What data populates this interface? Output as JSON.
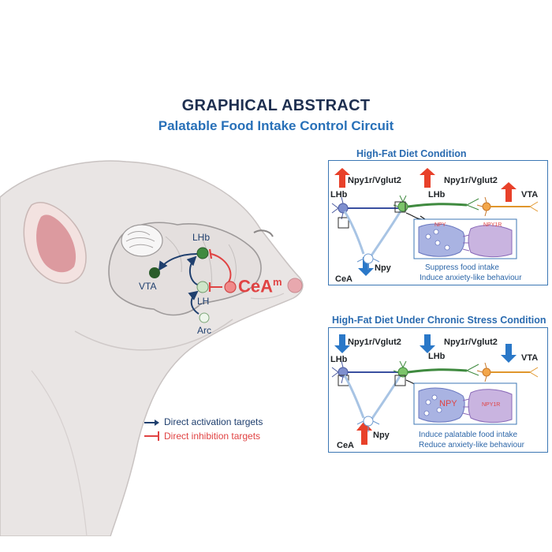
{
  "header": {
    "title": "GRAPHICAL ABSTRACT",
    "subtitle": "Palatable Food Intake Control Circuit"
  },
  "mouse_diagram": {
    "nodes": {
      "lhb": "LHb",
      "vta": "VTA",
      "lh": "LH",
      "arc": "Arc",
      "cea": "CeA",
      "cea_sup": "m"
    }
  },
  "legend": {
    "activation": "Direct activation targets",
    "inhibition": "Direct inhibition targets"
  },
  "panels": [
    {
      "title": "High-Fat Diet Condition",
      "labels": {
        "npy1r_left": "Npy1r/Vglut2",
        "npy1r_right": "Npy1r/Vglut2",
        "lhb_left": "LHb",
        "lhb_mid": "LHb",
        "vta": "VTA",
        "cea": "CeA",
        "npy": "Npy",
        "inset_npy": "NPY",
        "inset_npy1r": "NPY1R"
      },
      "captions": [
        "Suppress food intake",
        "Induce anxiety-like behaviour"
      ],
      "arrows": {
        "lhb_left": "up",
        "lhb_mid": "up",
        "vta": "up",
        "npy": "down"
      }
    },
    {
      "title": "High-Fat Diet Under Chronic Stress Condition",
      "labels": {
        "npy1r_left": "Npy1r/Vglut2",
        "npy1r_right": "Npy1r/Vglut2",
        "lhb_left": "LHb",
        "lhb_mid": "LHb",
        "vta": "VTA",
        "cea": "CeA",
        "npy": "Npy",
        "inset_npy": "NPY",
        "inset_npy1r": "NPY1R"
      },
      "captions": [
        "Induce palatable food intake",
        "Reduce anxiety-like behaviour"
      ],
      "arrows": {
        "lhb_left": "down",
        "lhb_mid": "down",
        "vta": "down",
        "npy": "up"
      }
    }
  ],
  "colors": {
    "up_arrow": "#e8412a",
    "down_arrow": "#2a78c8",
    "activation": "#1f3f6e",
    "inhibition": "#e04343",
    "panel_border": "#3c77b4"
  }
}
